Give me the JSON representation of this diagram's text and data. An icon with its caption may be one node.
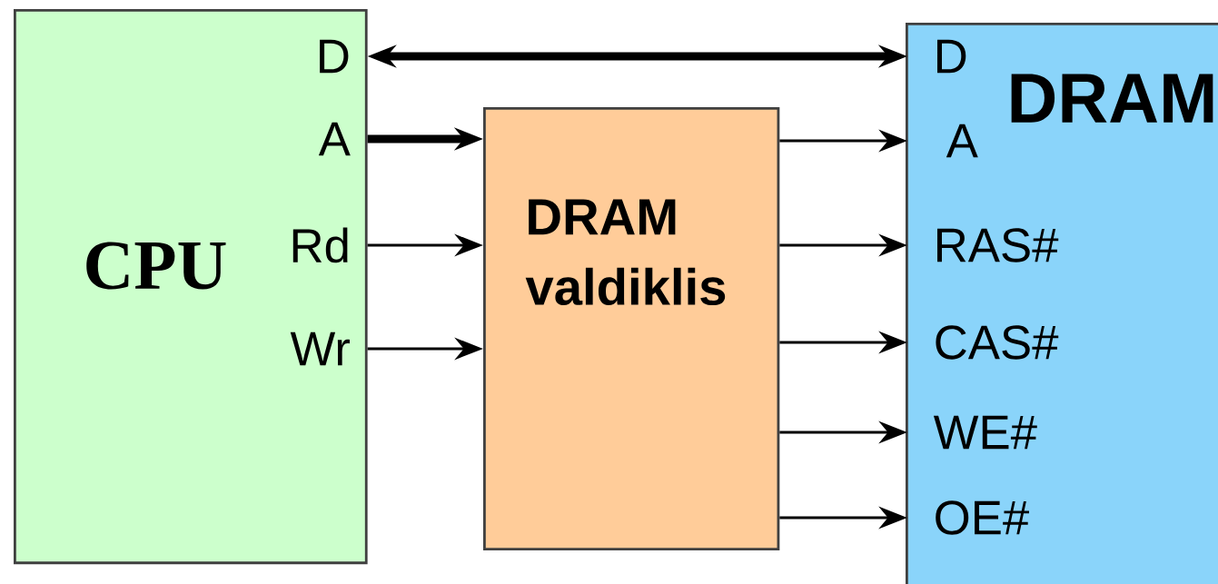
{
  "diagram": {
    "nodes": [
      {
        "text": [
          "CPU"
        ]
      },
      {
        "text": [
          "D"
        ],
        "in": 0
      },
      {
        "text": [
          "A"
        ],
        "in": 0
      },
      {
        "text": [
          "Rd"
        ],
        "in": 0
      },
      {
        "text": [
          "Wr"
        ],
        "in": 0
      },
      {
        "text": [
          "DRAM valdiklis"
        ]
      },
      {
        "text": [
          "DRAM"
        ]
      },
      {
        "text": [
          "D"
        ],
        "in": 6
      },
      {
        "text": [
          "A"
        ],
        "in": 6
      },
      {
        "text": [
          "RAS#"
        ],
        "in": 6
      },
      {
        "text": [
          "CAS#"
        ],
        "in": 6
      },
      {
        "text": [
          "WE#"
        ],
        "in": 6
      },
      {
        "text": [
          "OE#"
        ],
        "in": 6
      }
    ],
    "edges": [
      {
        "from": 1,
        "to": 7,
        "arrow": "both",
        "style": "thick"
      },
      {
        "from": 2,
        "to": 5,
        "arrow": "to",
        "style": "thick"
      },
      {
        "from": 3,
        "to": 5,
        "arrow": "to"
      },
      {
        "from": 4,
        "to": 5,
        "arrow": "to"
      },
      {
        "from": 5,
        "to": 8,
        "arrow": "to"
      },
      {
        "from": 5,
        "to": 9,
        "arrow": "to"
      },
      {
        "from": 5,
        "to": 10,
        "arrow": "to"
      },
      {
        "from": 5,
        "to": 11,
        "arrow": "to"
      },
      {
        "from": 5,
        "to": 12,
        "arrow": "to"
      }
    ]
  }
}
